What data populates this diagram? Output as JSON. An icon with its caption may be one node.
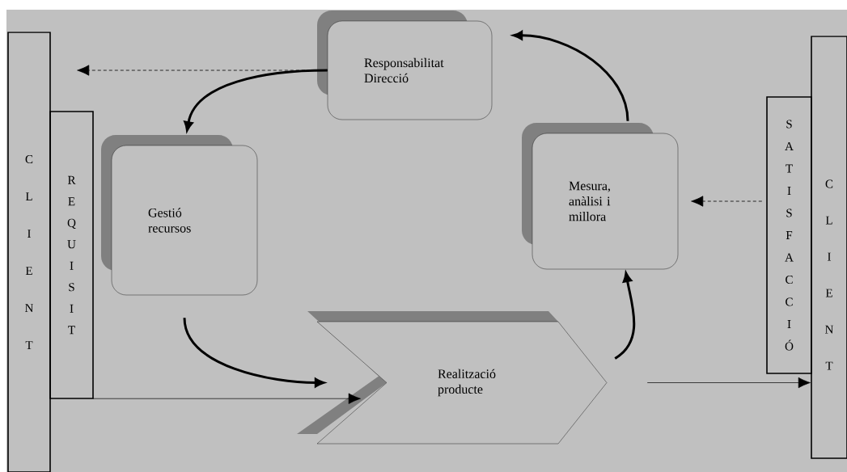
{
  "diagram": {
    "nodes": [
      {
        "text": [
          "C L I E N T"
        ]
      },
      {
        "text": [
          "R E Q U I S I T"
        ]
      },
      {
        "text": [
          "Responsabilitat Direcció"
        ]
      },
      {
        "text": [
          "Gestió recursos"
        ]
      },
      {
        "text": [
          "Mesura, anàlisi i millora"
        ]
      },
      {
        "text": [
          "Realització producte"
        ]
      },
      {
        "text": [
          "S A T I S F A C C I Ó"
        ]
      },
      {
        "text": [
          "C L I E N T"
        ]
      }
    ],
    "edges": [
      {
        "from": 2,
        "to": 0,
        "arrow": "to",
        "style": "dashed"
      },
      {
        "from": 2,
        "to": 3,
        "arrow": "to",
        "style": "thick"
      },
      {
        "from": 3,
        "to": 5,
        "arrow": "to",
        "style": "thick"
      },
      {
        "from": 1,
        "to": 5,
        "arrow": "to"
      },
      {
        "from": 5,
        "to": 4,
        "arrow": "to",
        "style": "thick"
      },
      {
        "from": 4,
        "to": 2,
        "arrow": "to",
        "style": "thick"
      },
      {
        "from": 6,
        "to": 4,
        "arrow": "to",
        "style": "dashed"
      },
      {
        "from": 5,
        "to": 7,
        "arrow": "to"
      }
    ]
  }
}
